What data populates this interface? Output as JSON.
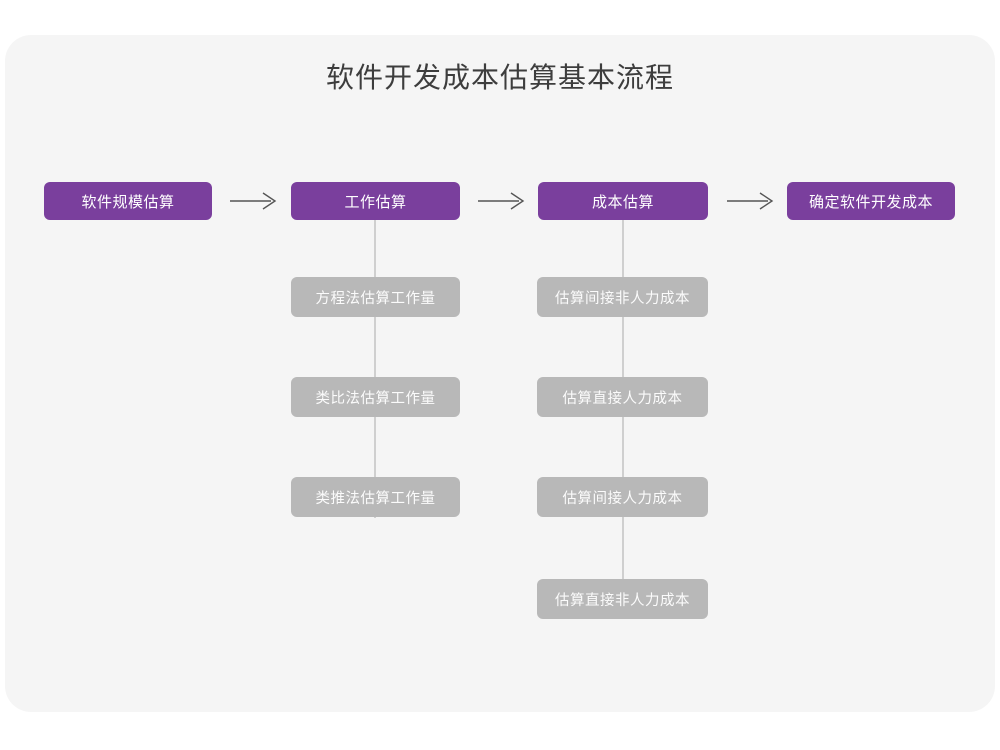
{
  "page": {
    "title": "软件开发成本估算基本流程",
    "background_color": "#ffffff",
    "canvas_color": "#f5f5f5"
  },
  "colors": {
    "primary_node": "#7a3f9d",
    "secondary_node": "#b8b8b8",
    "connector": "#cfcfcf",
    "arrow": "#555555",
    "title_text": "#3d3d3d",
    "node_text": "#ffffff"
  },
  "chart_data": {
    "type": "diagram",
    "title": "软件开发成本估算基本流程",
    "orientation": "left-to-right with vertical sub-branches",
    "main_flow": [
      {
        "id": "n1",
        "label": "软件规模估算",
        "style": "primary"
      },
      {
        "id": "n2",
        "label": "工作估算",
        "style": "primary"
      },
      {
        "id": "n3",
        "label": "成本估算",
        "style": "primary"
      },
      {
        "id": "n4",
        "label": "确定软件开发成本",
        "style": "primary"
      }
    ],
    "arrows": [
      {
        "from": "n1",
        "to": "n2",
        "glyph": "→"
      },
      {
        "from": "n2",
        "to": "n3",
        "glyph": "→"
      },
      {
        "from": "n3",
        "to": "n4",
        "glyph": "→"
      }
    ],
    "branches": [
      {
        "parent": "n2",
        "parent_label": "工作估算",
        "children": [
          {
            "id": "n2a",
            "label": "方程法估算工作量",
            "style": "secondary"
          },
          {
            "id": "n2b",
            "label": "类比法估算工作量",
            "style": "secondary"
          },
          {
            "id": "n2c",
            "label": "类推法估算工作量",
            "style": "secondary"
          }
        ]
      },
      {
        "parent": "n3",
        "parent_label": "成本估算",
        "children": [
          {
            "id": "n3a",
            "label": "估算间接非人力成本",
            "style": "secondary"
          },
          {
            "id": "n3b",
            "label": "估算直接人力成本",
            "style": "secondary"
          },
          {
            "id": "n3c",
            "label": "估算间接人力成本",
            "style": "secondary"
          },
          {
            "id": "n3d",
            "label": "估算直接非人力成本",
            "style": "secondary"
          }
        ]
      }
    ]
  }
}
